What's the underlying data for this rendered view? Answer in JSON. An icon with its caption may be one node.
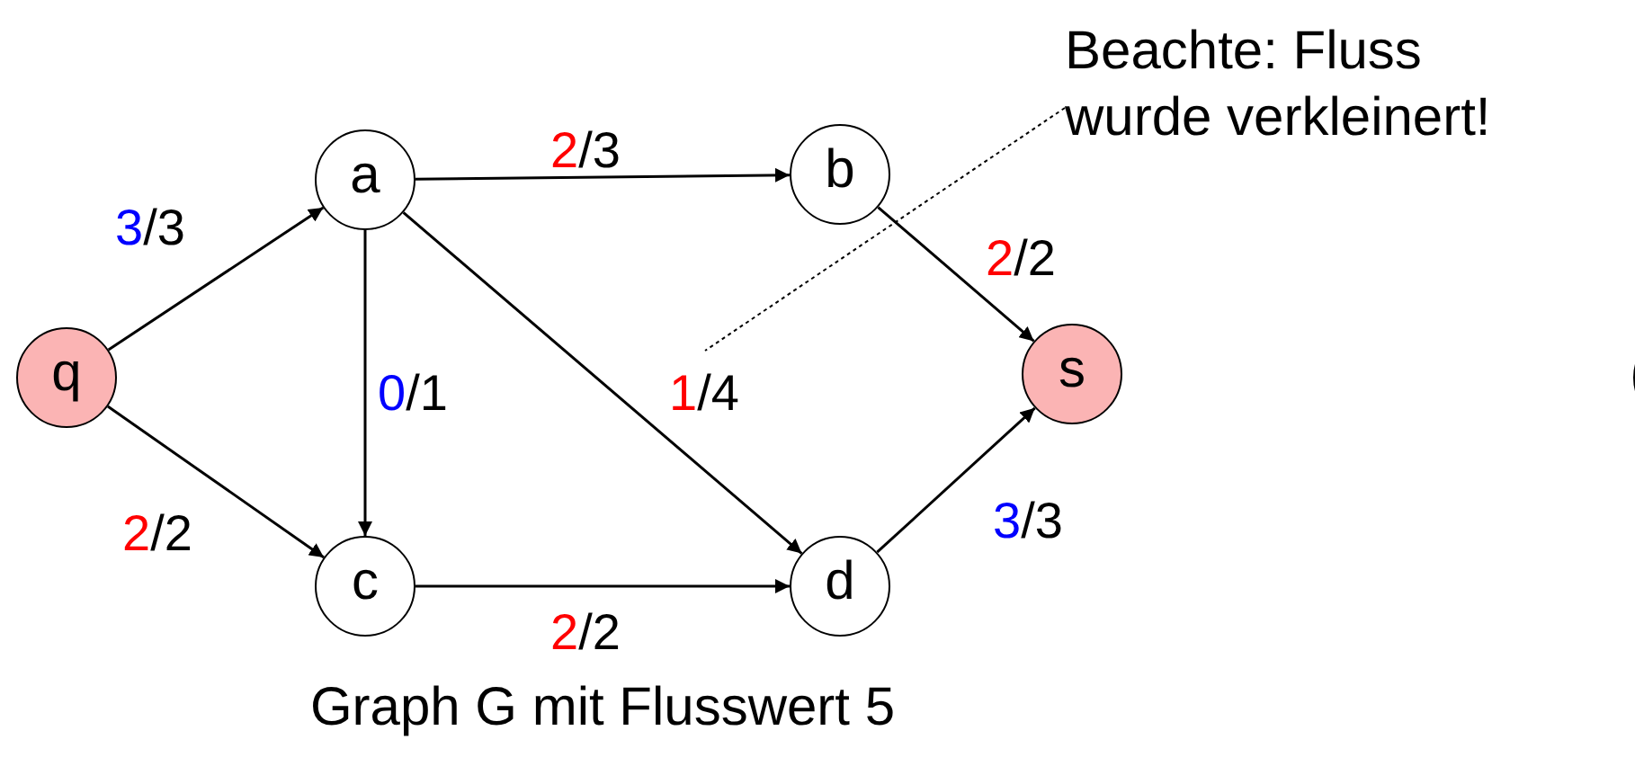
{
  "diagram": {
    "caption": "Graph G mit Flusswert 5",
    "nodes": [
      {
        "text": [
          "q"
        ]
      },
      {
        "text": [
          "a"
        ]
      },
      {
        "text": [
          "b"
        ]
      },
      {
        "text": [
          "c"
        ]
      },
      {
        "text": [
          "d"
        ]
      },
      {
        "text": [
          "s"
        ]
      },
      {
        "text": [
          "Beachte: Fluss wurde verkleinert!"
        ]
      },
      {
        "text": [],
        "shape": "circle"
      }
    ],
    "edges": [
      {
        "from": 0,
        "to": 1,
        "arrow": "to",
        "label": "3/3"
      },
      {
        "from": 0,
        "to": 3,
        "arrow": "to",
        "label": "2/2"
      },
      {
        "from": 1,
        "to": 2,
        "arrow": "to",
        "label": "2/3"
      },
      {
        "from": 1,
        "to": 3,
        "arrow": "to",
        "label": "0/1"
      },
      {
        "from": 1,
        "to": 4,
        "arrow": "to",
        "label": "1/4"
      },
      {
        "from": 2,
        "to": 5,
        "arrow": "to",
        "label": "2/2"
      },
      {
        "from": 3,
        "to": 4,
        "arrow": "to",
        "label": "2/2"
      },
      {
        "from": 4,
        "to": 5,
        "arrow": "to",
        "label": "3/3"
      },
      {
        "from": 6,
        "to": null,
        "arrow": "none",
        "style": "dashed"
      }
    ]
  }
}
